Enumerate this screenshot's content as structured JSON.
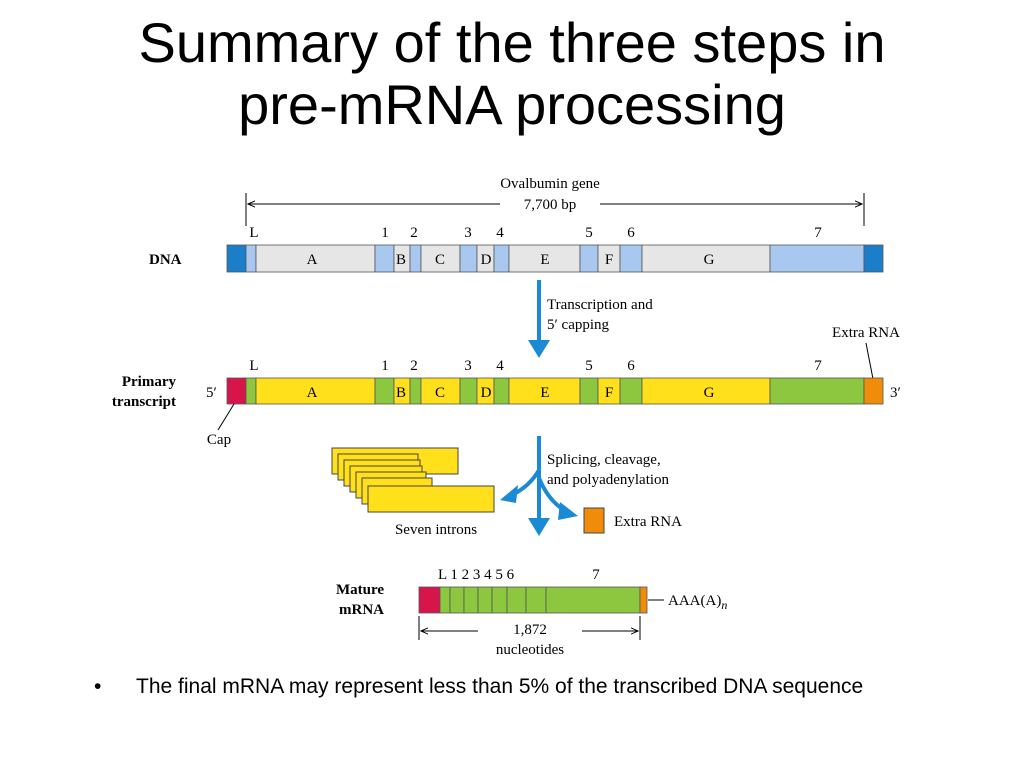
{
  "slide": {
    "title_line1": "Summary of the three steps in",
    "title_line2": "pre-mRNA processing",
    "bullet_symbol": "•",
    "bullet_text": "The final mRNA may represent less than 5% of the transcribed DNA sequence"
  },
  "diagram": {
    "gene_name": "Ovalbumin gene",
    "gene_length": "7,700 bp",
    "dna_label": "DNA",
    "primary_label_line1": "Primary",
    "primary_label_line2": "transcript",
    "mature_label_line1": "Mature",
    "mature_label_line2": "mRNA",
    "five_prime": "5′",
    "three_prime": "3′",
    "cap_label": "Cap",
    "extra_rna_label": "Extra RNA",
    "step1_line1": "Transcription and",
    "step1_line2": "5′ capping",
    "step2_line1": "Splicing, cleavage,",
    "step2_line2": "and polyadenylation",
    "introns_label": "Seven introns",
    "extra_rna_removed_label": "Extra RNA",
    "polya_tail": "AAA(A)",
    "polya_subscript": "n",
    "mature_length": "1,872",
    "mature_length_unit": "nucleotides",
    "exon_labels": [
      "L",
      "1",
      "2",
      "3",
      "4",
      "5",
      "6",
      "7"
    ],
    "intron_labels": [
      "A",
      "B",
      "C",
      "D",
      "E",
      "F",
      "G"
    ],
    "mature_exon_labels": "L 1 2 3 4 5 6"
  },
  "colors": {
    "dna_exon": "#a9c8ef",
    "dna_intron": "#e6e6e6",
    "dna_end": "#1a7fc8",
    "primary_exon": "#8dc63f",
    "primary_intron": "#ffe01b",
    "cap": "#d7154b",
    "extra_rna": "#f08c0a",
    "arrow": "#1a8ad4"
  }
}
